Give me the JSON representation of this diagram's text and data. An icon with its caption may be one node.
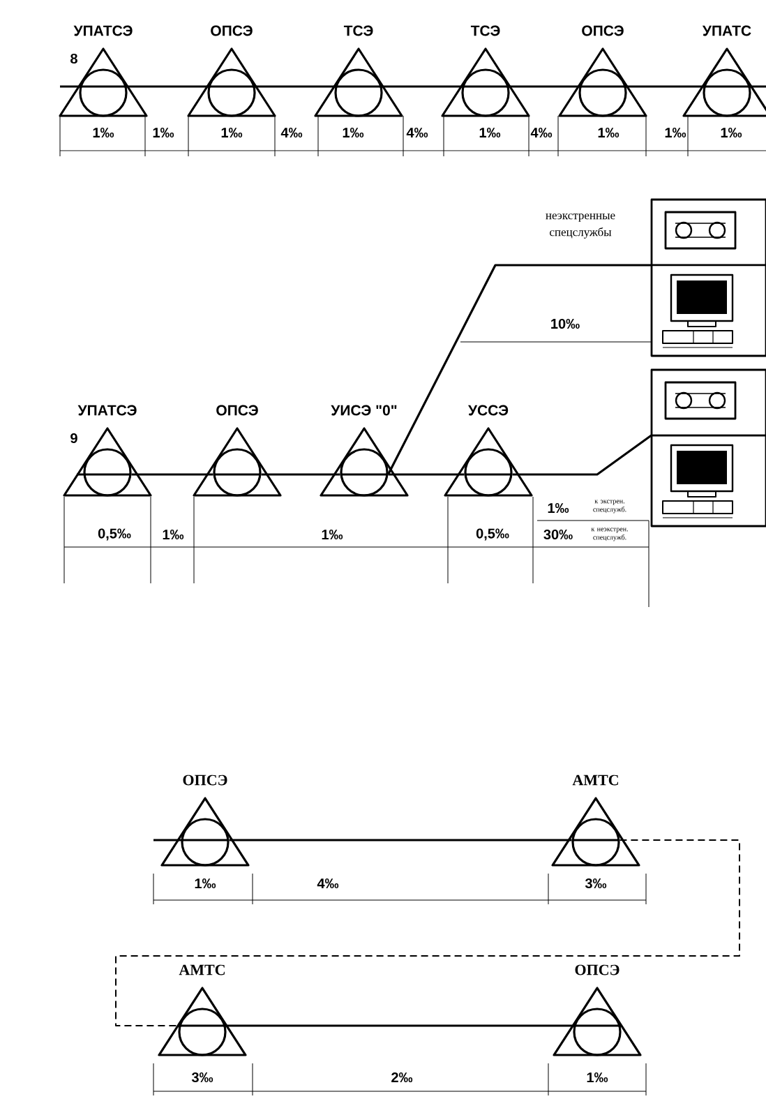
{
  "diagram": {
    "nodes": [
      {
        "text": [
          "УПАТСЭ"
        ]
      },
      {
        "text": [
          "ОПСЭ"
        ]
      },
      {
        "text": [
          "ТСЭ"
        ]
      },
      {
        "text": [
          "ТСЭ"
        ]
      },
      {
        "text": [
          "ОПСЭ"
        ]
      },
      {
        "text": [
          "УПАТС"
        ]
      },
      {
        "text": [
          "УПАТСЭ"
        ]
      },
      {
        "text": [
          "ОПСЭ"
        ]
      },
      {
        "text": [
          "УИСЭ \"0\""
        ]
      },
      {
        "text": [
          "УССЭ"
        ]
      },
      {
        "text": [],
        "shape": "picture",
        "beside": [
          "неэкстренные спецслужбы"
        ]
      },
      {
        "text": [],
        "shape": "picture"
      },
      {
        "text": [
          "ОПСЭ"
        ]
      },
      {
        "text": [
          "АМТС"
        ]
      },
      {
        "text": [
          "АМТС"
        ]
      },
      {
        "text": [
          "ОПСЭ"
        ]
      }
    ],
    "edges": [
      {
        "from": 0,
        "to": 1,
        "arrow": "none"
      },
      {
        "from": 1,
        "to": 2,
        "arrow": "none"
      },
      {
        "from": 2,
        "to": 3,
        "arrow": "none"
      },
      {
        "from": 3,
        "to": 4,
        "arrow": "none"
      },
      {
        "from": 4,
        "to": 5,
        "arrow": "none"
      },
      {
        "from": 6,
        "to": 7,
        "arrow": "none"
      },
      {
        "from": 7,
        "to": 8,
        "arrow": "none"
      },
      {
        "from": 8,
        "to": 9,
        "arrow": "none"
      },
      {
        "from": 8,
        "to": 10,
        "arrow": "none"
      },
      {
        "from": 9,
        "to": 11,
        "arrow": "none"
      },
      {
        "from": 12,
        "to": 13,
        "arrow": "none"
      },
      {
        "from": 13,
        "to": 14,
        "arrow": "none",
        "style": "dashed"
      },
      {
        "from": 14,
        "to": 15,
        "arrow": "none"
      }
    ],
    "labels": [
      "8",
      "1‰",
      "1‰",
      "1‰",
      "4‰",
      "1‰",
      "4‰",
      "1‰",
      "4‰",
      "1‰",
      "1‰",
      "1‰",
      "10‰",
      "1‰",
      "к экстрен. спецслужб.",
      "9",
      "0,5‰",
      "1‰",
      "1‰",
      "0,5‰",
      "30‰",
      "к неэкстрен. спецслужб.",
      "1‰",
      "4‰",
      "3‰",
      "3‰",
      "2‰",
      "1‰"
    ]
  }
}
